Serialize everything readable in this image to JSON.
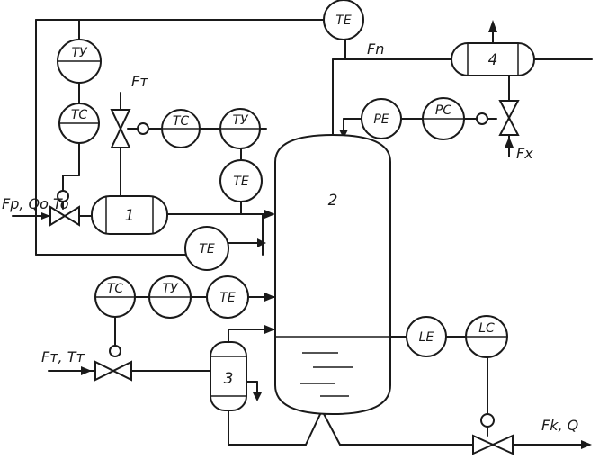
{
  "streams": {
    "feed": "Fp, Qo,To",
    "heating": "Fт",
    "vapor": "Fn",
    "cooling": "Fx",
    "coolant_in": "Fт, Tт",
    "product": "Fk, Q"
  },
  "units": {
    "column": "2",
    "heater": "1",
    "reboiler": "3",
    "condenser": "4"
  },
  "instruments": {
    "te_top": "TE",
    "ty_left": "TУ",
    "tc_left": "TC",
    "tc_mid": "TC",
    "ty_mid": "TУ",
    "te_mid": "TE",
    "te_bottom_loop": "TE",
    "pe": "PE",
    "pc": "PC",
    "tc_low": "TC",
    "ty_low": "TУ",
    "te_low": "TE",
    "le": "LE",
    "lc": "LC"
  }
}
